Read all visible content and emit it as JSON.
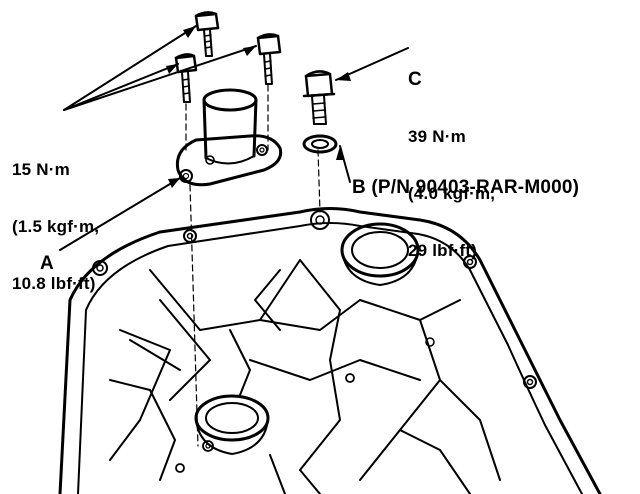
{
  "callouts": {
    "torque_left": {
      "line1": "15 N·m",
      "line2": "(1.5 kgf·m,",
      "line3": "10.8 lbf·ft)"
    },
    "label_c": {
      "letter": "C",
      "line1": "39 N·m",
      "line2": "(4.0 kgf·m,",
      "line3": "29 lbf·ft)"
    },
    "label_b": "B (P/N 90403-RAR-M000)",
    "label_a": "A"
  }
}
